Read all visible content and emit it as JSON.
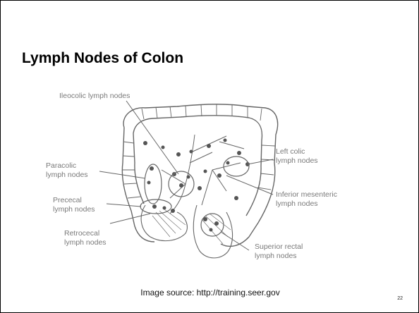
{
  "slide": {
    "title": "Lymph Nodes of Colon",
    "caption": "Image source: http://training.seer.gov",
    "page_number": "22"
  },
  "diagram": {
    "labels": {
      "ileocolic": "Ileocolic lymph nodes",
      "paracolic_1": "Paracolic",
      "paracolic_2": "lymph nodes",
      "prececal_1": "Prececal",
      "prececal_2": "lymph nodes",
      "retrocecal_1": "Retrocecal",
      "retrocecal_2": "lymph nodes",
      "left_colic_1": "Left colic",
      "left_colic_2": "lymph nodes",
      "inferior_mesenteric_1": "Inferior mesenteric",
      "inferior_mesenteric_2": "lymph nodes",
      "superior_rectal_1": "Superior rectal",
      "superior_rectal_2": "lymph nodes"
    }
  }
}
